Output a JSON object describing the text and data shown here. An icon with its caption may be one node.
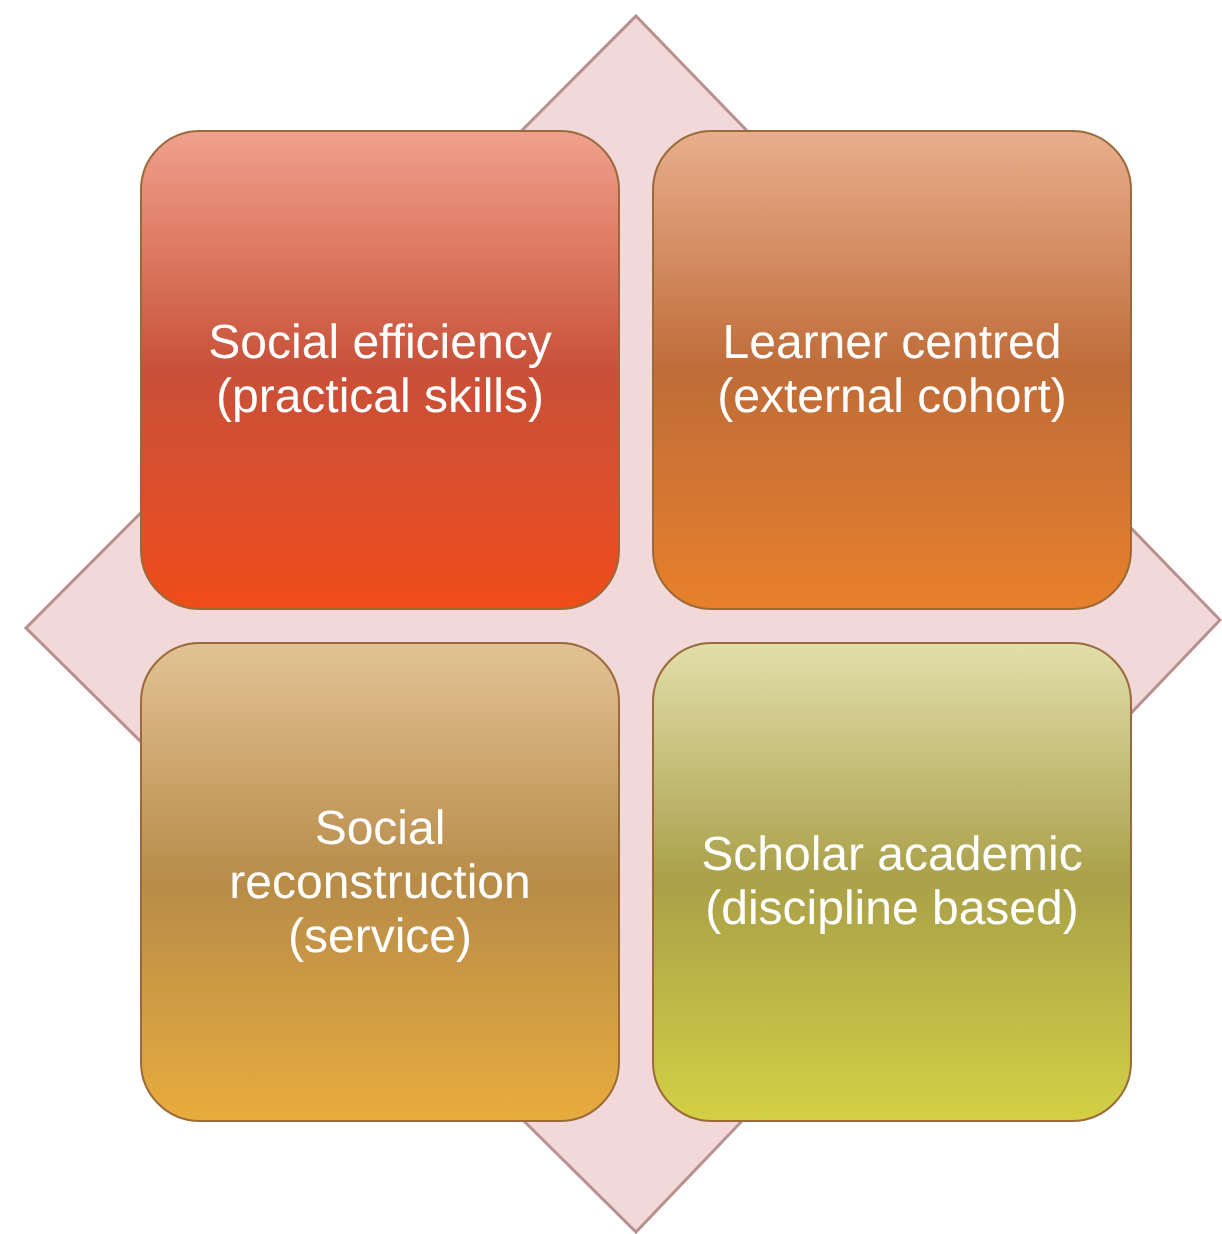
{
  "diagram": {
    "nodes": [
      {
        "text": [
          "Social efficiency (practical skills)"
        ]
      },
      {
        "text": [
          "Learner centred (external cohort)"
        ]
      },
      {
        "text": [
          "Social reconstruction (service)"
        ]
      },
      {
        "text": [
          "Scholar academic (discipline based)"
        ]
      }
    ]
  }
}
